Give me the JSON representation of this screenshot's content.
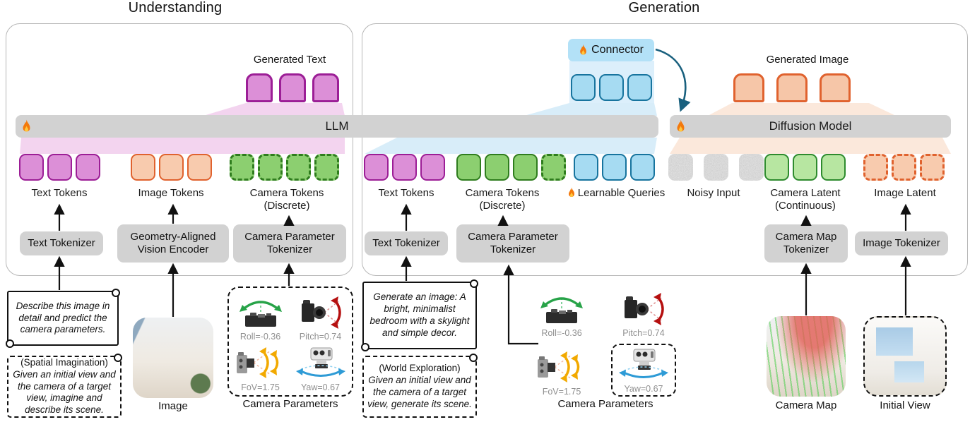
{
  "titles": {
    "understanding": "Understanding",
    "generation": "Generation"
  },
  "understanding": {
    "generated_text_label": "Generated Text",
    "llm_label": "LLM",
    "labels": {
      "text_tokens": "Text Tokens",
      "image_tokens": "Image Tokens",
      "camera_tokens": "Camera Tokens",
      "camera_tokens_sub": "(Discrete)"
    },
    "boxes": {
      "text_tokenizer": "Text Tokenizer",
      "vision_encoder": "Geometry-Aligned Vision Encoder",
      "camera_tokenizer": "Camera Parameter Tokenizer"
    },
    "prompt_main": "Describe this image in detail and predict the camera parameters.",
    "note_tag": "(Spatial Imagination)",
    "note_body": "Given an initial view and the camera of a target view, imagine and describe its scene.",
    "image_caption": "Image",
    "camera_params_caption": "Camera Parameters"
  },
  "generation": {
    "connector_label": "Connector",
    "generated_image_label": "Generated Image",
    "diffusion_label": "Diffusion Model",
    "labels": {
      "text_tokens": "Text Tokens",
      "camera_tokens": "Camera Tokens",
      "camera_tokens_sub": "(Discrete)",
      "learnable_queries": "Learnable Queries",
      "noisy_input": "Noisy Input",
      "camera_latent": "Camera Latent",
      "camera_latent_sub": "(Continuous)",
      "image_latent": "Image Latent"
    },
    "boxes": {
      "text_tokenizer": "Text Tokenizer",
      "camera_tokenizer": "Camera Parameter Tokenizer",
      "camera_map_tokenizer": "Camera Map Tokenizer",
      "image_tokenizer": "Image Tokenizer"
    },
    "prompt_main": "Generate an image: A bright, minimalist bedroom with a skylight and simple decor.",
    "note_tag": "(World Exploration)",
    "note_body": "Given an initial view and the camera of a target view, generate its scene.",
    "camera_params_caption": "Camera Parameters",
    "camera_map_caption": "Camera Map",
    "initial_view_caption": "Initial View"
  },
  "camera_parameters": {
    "roll": "Roll=-0.36",
    "pitch": "Pitch=0.74",
    "fov": "FoV=1.75",
    "yaw": "Yaw=0.67"
  },
  "token_groups": {
    "understanding_text_tokens": {
      "count": 3,
      "style": "magenta-solid"
    },
    "understanding_image_tokens": {
      "count": 3,
      "style": "orange-solid"
    },
    "understanding_camera_tokens": {
      "count": 4,
      "style": "green-dashed"
    },
    "generated_text_tokens": {
      "count": 3,
      "style": "magenta-arch"
    },
    "generation_text_tokens": {
      "count": 3,
      "style": "magenta-solid"
    },
    "generation_camera_tokens_solid": {
      "count": 3,
      "style": "green-solid"
    },
    "generation_camera_tokens_dashed": {
      "count": 1,
      "style": "green-dashed"
    },
    "learnable_queries": {
      "count": 3,
      "style": "blue-solid"
    },
    "connector_outputs": {
      "count": 3,
      "style": "blue-solid"
    },
    "noisy_input": {
      "count": 3,
      "style": "gray-noise"
    },
    "camera_latent": {
      "count": 3,
      "style": "lightgreen-solid"
    },
    "image_latent": {
      "count": 3,
      "style": "orange-dashed"
    },
    "generated_image_tokens": {
      "count": 3,
      "style": "orange-arch"
    }
  },
  "colors": {
    "magenta_fill": "#DC8FD7",
    "magenta_border": "#9C1E96",
    "orange_fill": "#F8CBAE",
    "orange_border": "#E0622E",
    "green_fill": "#8CCF70",
    "green_border": "#2F7D1E",
    "lightgreen_fill": "#B7E6A1",
    "lightgreen_border": "#2E8B2E",
    "blue_fill": "#A6DBF2",
    "blue_border": "#17749E",
    "connector_fill": "#B3E1F7",
    "bar_gray": "#D2D2D2",
    "fan_pink": "#F3D4EF",
    "fan_blue": "#D8EDF9",
    "fan_orange": "#FBE8DB",
    "connector_arrow": "#19607E",
    "roll_arrow": "#27A348",
    "pitch_arrow": "#B50F0F",
    "fov_arrow": "#F2A900",
    "yaw_arrow": "#2E9BD6"
  }
}
